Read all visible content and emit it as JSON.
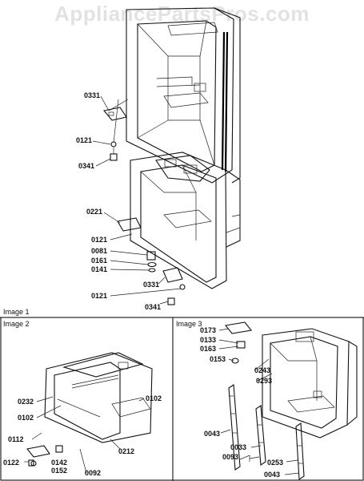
{
  "watermark": "AppliancePartsPros.com",
  "image1": {
    "title": "Image 1",
    "labels": [
      "0331",
      "0121",
      "0341",
      "0221",
      "0121",
      "0081",
      "0161",
      "0141",
      "0331",
      "0121",
      "0341"
    ]
  },
  "image2": {
    "title": "Image 2",
    "labels": [
      "0232",
      "0102",
      "0102",
      "0112",
      "0212",
      "0122",
      "0142",
      "0152",
      "0092"
    ]
  },
  "image3": {
    "title": "Image 3",
    "labels": [
      "0173",
      "0133",
      "0163",
      "0153",
      "0243",
      "0293",
      "0043",
      "0033",
      "0093",
      "0253",
      "0043"
    ]
  }
}
